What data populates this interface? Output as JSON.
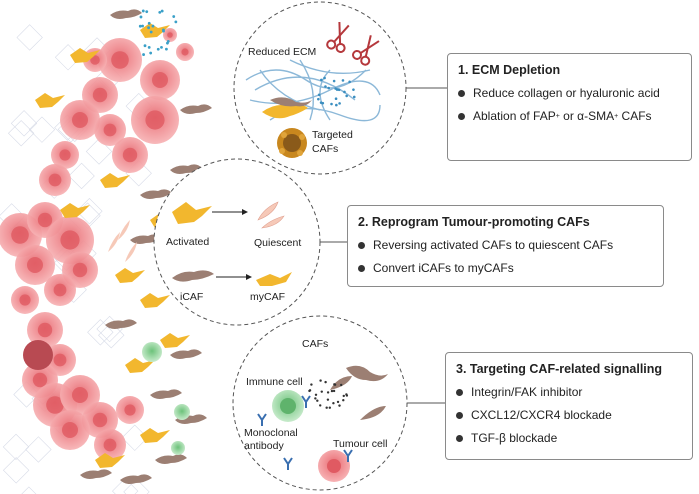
{
  "panels": [
    {
      "title": "1.  ECM Depletion",
      "items": [
        "Reduce  collagen or hyaluronic acid",
        "Ablation of FAP",
        "or α-SMA",
        "CAFs"
      ],
      "sup": "+"
    },
    {
      "title": "2.  Reprogram Tumour-promoting CAFs",
      "items": [
        "Reversing activated CAFs to  quiescent CAFs",
        "Convert iCAFs to myCAFs"
      ]
    },
    {
      "title": "3.  Targeting CAF-related signalling",
      "items": [
        "Integrin/FAK inhibitor",
        "CXCL12/CXCR4 blockade",
        "TGF-β blockade"
      ]
    }
  ],
  "circle1": {
    "reduced_ecm": "Reduced ECM",
    "targeted": "Targeted",
    "cafs": "CAFs"
  },
  "circle2": {
    "activated": "Activated",
    "quiescent": "Quiescent",
    "icaf": "iCAF",
    "mycaf": "myCAF"
  },
  "circle3": {
    "cafs": "CAFs",
    "immune_cell": "Immune cell",
    "monoclonal": "Monoclonal",
    "antibody": "antibody",
    "tumour_cell": "Tumour cell"
  },
  "colors": {
    "tumour": "#f08a8e",
    "tumour_core": "#e05a62",
    "caf_activated": "#f2b72e",
    "caf_brown": "#9c7f73",
    "quiescent": "#f6c9b8",
    "immune": "#9fd6a6",
    "ecm_blue": "#8cb8d8",
    "scissors": "#b5383c"
  }
}
